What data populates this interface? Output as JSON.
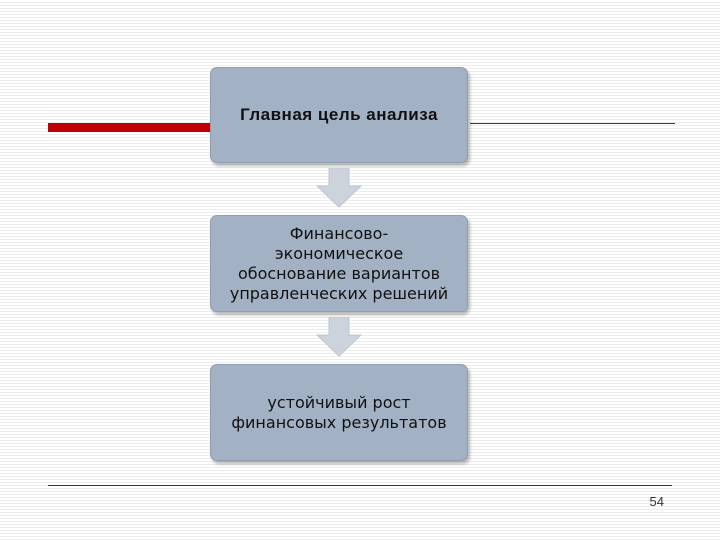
{
  "slide": {
    "boxes": [
      {
        "text": "Главная цель анализа"
      },
      {
        "text": "Финансово-\nэкономическое\nобоснование вариантов\nуправленческих решений"
      },
      {
        "text": "устойчивый рост\nфинансовых результатов"
      }
    ],
    "page_number": "54"
  },
  "colors": {
    "accent": "#c00000",
    "box_fill": "#a2b1c3",
    "arrow_fill": "#cdd3dc"
  }
}
